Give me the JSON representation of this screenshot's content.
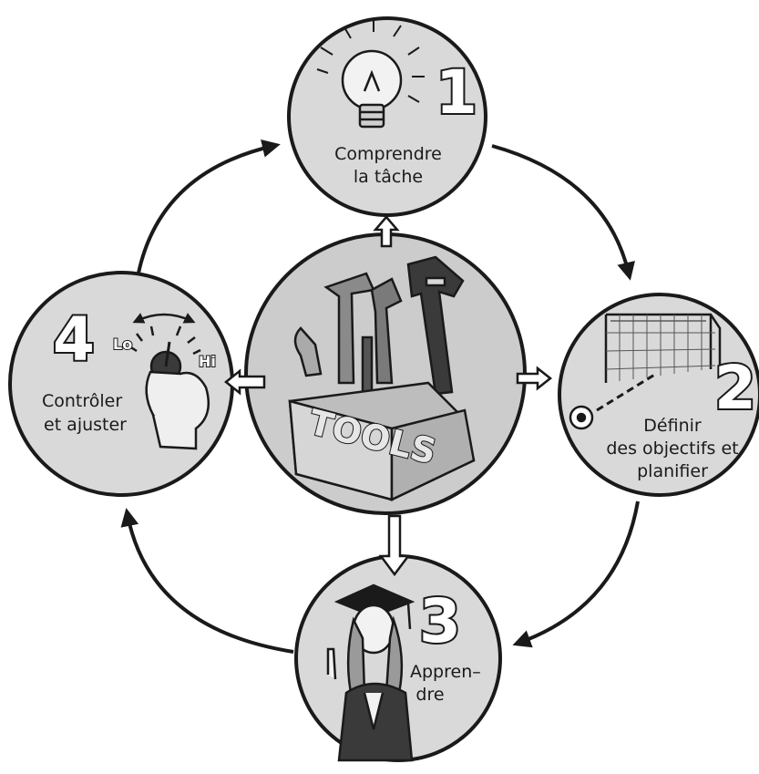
{
  "steps": {
    "step1": {
      "number": "1",
      "line1": "Comprendre",
      "line2": "la tâche"
    },
    "step2": {
      "number": "2",
      "line1": "Définir",
      "line2": "des objectifs et",
      "line3": "planifier"
    },
    "step3": {
      "number": "3",
      "line1": "Appren–",
      "line2": "dre"
    },
    "step4": {
      "number": "4",
      "line1": "Contrôler",
      "line2": "et ajuster"
    }
  },
  "center": {
    "toolbox_text": "TOOLS"
  },
  "dial": {
    "low_label": "Lo",
    "high_label": "Hi"
  },
  "icons": {
    "step1": "light-bulb-icon",
    "step2": "soccer-goal-icon",
    "step3": "graduate-icon",
    "step4": "dial-hand-icon",
    "center": "toolbox-icon"
  },
  "colors": {
    "circle_fill": "#d9d9d9",
    "center_fill": "#cccccc",
    "stroke": "#1a1a1a",
    "background": "#ffffff"
  }
}
